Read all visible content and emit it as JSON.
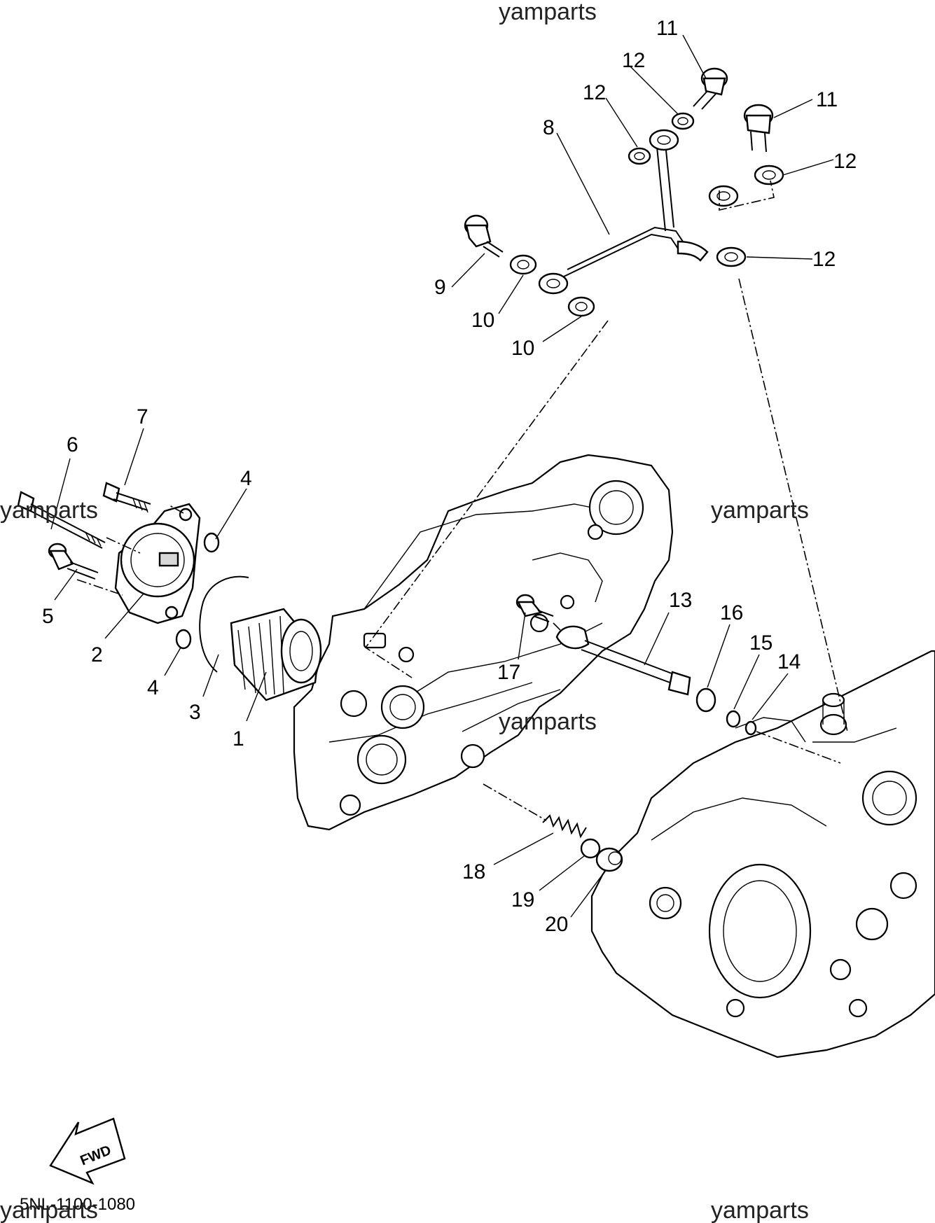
{
  "watermarks": [
    "yamparts",
    "yamparts",
    "yamparts",
    "yamparts",
    "yamparts",
    "yamparts"
  ],
  "diagram_code": "5NL-1100-1080",
  "fwd_label": "FWD",
  "callouts": {
    "c1": "1",
    "c2": "2",
    "c3": "3",
    "c4a": "4",
    "c4b": "4",
    "c5": "5",
    "c6": "6",
    "c7": "7",
    "c8": "8",
    "c9": "9",
    "c10a": "10",
    "c10b": "10",
    "c11a": "11",
    "c11b": "11",
    "c12a": "12",
    "c12b": "12",
    "c12c": "12",
    "c12d": "12",
    "c13": "13",
    "c14": "14",
    "c15": "15",
    "c16": "16",
    "c17": "17",
    "c18": "18",
    "c19": "19",
    "c20": "20"
  }
}
